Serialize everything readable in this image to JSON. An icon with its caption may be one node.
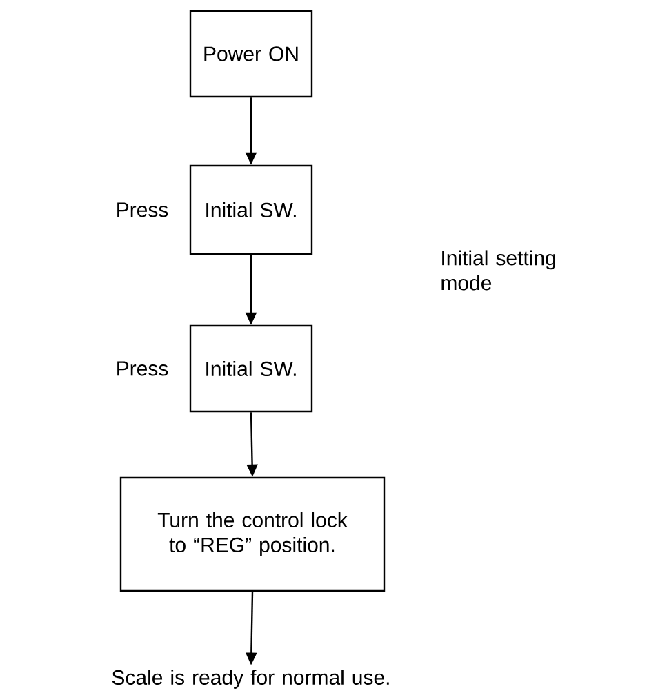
{
  "diagram": {
    "nodes": [
      {
        "text": [
          "Power  ON"
        ]
      },
      {
        "text": [
          "Initial  SW."
        ],
        "beside": [
          "Press"
        ]
      },
      {
        "text": [
          "Initial  SW."
        ],
        "beside": [
          "Press"
        ]
      },
      {
        "text": [
          "Turn the control lock to “REG” position."
        ]
      },
      {
        "text": [
          "Scale  is  ready  for  normal  use."
        ]
      }
    ],
    "edges": [
      {
        "from": 0,
        "to": 1,
        "arrow": "to"
      },
      {
        "from": 1,
        "to": 2,
        "arrow": "to"
      },
      {
        "from": 2,
        "to": 3,
        "arrow": "to"
      },
      {
        "from": 3,
        "to": 4,
        "arrow": "to"
      }
    ],
    "labels": [
      "Initial setting mode"
    ]
  }
}
